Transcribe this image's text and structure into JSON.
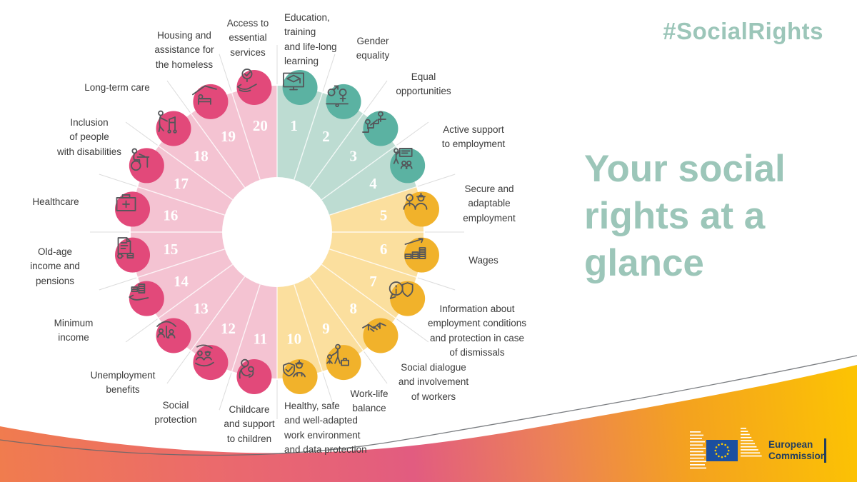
{
  "hashtag": "#SocialRights",
  "title": {
    "lines": [
      "Your social",
      "rights at a",
      "glance"
    ],
    "color": "#9cc6b9"
  },
  "wheel": {
    "groups": {
      "teal": {
        "wedge": "#bddcd2",
        "circle": "#5bb2a2"
      },
      "yellow": {
        "wedge": "#fbdf9e",
        "circle": "#f1b22b"
      },
      "pink": {
        "wedge": "#f4c3d2",
        "circle": "#e2497a"
      }
    },
    "label_color": "#3b3b3b",
    "segments": [
      {
        "number": "1",
        "group": "teal",
        "icon": "education-monitor-icon",
        "label_lines": [
          "Education,",
          "training",
          "and life-long",
          "learning"
        ]
      },
      {
        "number": "2",
        "group": "teal",
        "icon": "gender-balance-icon",
        "label_lines": [
          "Gender",
          "equality"
        ]
      },
      {
        "number": "3",
        "group": "teal",
        "icon": "helping-hand-stairs-icon",
        "label_lines": [
          "Equal",
          "opportunities"
        ]
      },
      {
        "number": "4",
        "group": "teal",
        "icon": "employment-support-presentation-icon",
        "label_lines": [
          "Active support",
          "to employment"
        ]
      },
      {
        "number": "5",
        "group": "yellow",
        "icon": "two-workers-icon",
        "label_lines": [
          "Secure and",
          "adaptable",
          "employment"
        ]
      },
      {
        "number": "6",
        "group": "yellow",
        "icon": "coins-growth-icon",
        "label_lines": [
          "Wages"
        ]
      },
      {
        "number": "7",
        "group": "yellow",
        "icon": "info-bubble-shield-icon",
        "label_lines": [
          "Information about",
          "employment conditions",
          "and protection in case",
          "of dismissals"
        ]
      },
      {
        "number": "8",
        "group": "yellow",
        "icon": "handshake-icon",
        "label_lines": [
          "Social dialogue",
          "and involvement",
          "of workers"
        ]
      },
      {
        "number": "9",
        "group": "yellow",
        "icon": "parent-child-briefcase-icon",
        "label_lines": [
          "Work-life",
          "balance"
        ]
      },
      {
        "number": "10",
        "group": "yellow",
        "icon": "shield-check-worker-icon",
        "label_lines": [
          "Healthy, safe",
          "and well-adapted",
          "work environment",
          "and data protection"
        ]
      },
      {
        "number": "11",
        "group": "pink",
        "icon": "parent-holding-child-icon",
        "label_lines": [
          "Childcare",
          "and support",
          "to children"
        ]
      },
      {
        "number": "12",
        "group": "pink",
        "icon": "hands-sheltering-workers-icon",
        "label_lines": [
          "Social",
          "protection"
        ]
      },
      {
        "number": "13",
        "group": "pink",
        "icon": "umbrella-people-icon",
        "label_lines": [
          "Unemployment",
          "benefits"
        ]
      },
      {
        "number": "14",
        "group": "pink",
        "icon": "coins-hand-icon",
        "label_lines": [
          "Minimum",
          "income"
        ]
      },
      {
        "number": "15",
        "group": "pink",
        "icon": "pension-document-coins-icon",
        "label_lines": [
          "Old-age",
          "income and",
          "pensions"
        ]
      },
      {
        "number": "16",
        "group": "pink",
        "icon": "first-aid-kit-icon",
        "label_lines": [
          "Healthcare"
        ]
      },
      {
        "number": "17",
        "group": "pink",
        "icon": "wheelchair-desk-icon",
        "label_lines": [
          "Inclusion",
          "of people",
          "with disabilities"
        ]
      },
      {
        "number": "18",
        "group": "pink",
        "icon": "elderly-walker-icon",
        "label_lines": [
          "Long-term care"
        ]
      },
      {
        "number": "19",
        "group": "pink",
        "icon": "homeless-shelter-bed-icon",
        "label_lines": [
          "Housing and",
          "assistance for",
          "the homeless"
        ]
      },
      {
        "number": "20",
        "group": "pink",
        "icon": "hand-check-services-icon",
        "label_lines": [
          "Access to",
          "essential",
          "services"
        ]
      }
    ]
  },
  "footer": {
    "wave_colors": [
      "#f07c4e",
      "#eb6a6c",
      "#e25c80",
      "#ec8157",
      "#f4a21f",
      "#fcc303"
    ],
    "logo": {
      "flag_color": "#1b4fa0",
      "star_color": "#ffcc00",
      "text_color": "#233e5f",
      "lines": [
        "European",
        "Commission"
      ]
    }
  }
}
